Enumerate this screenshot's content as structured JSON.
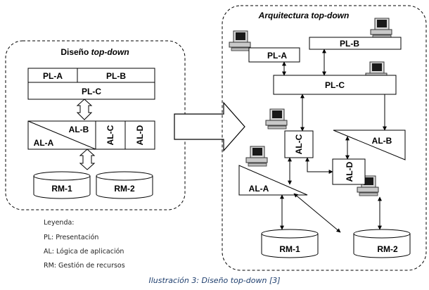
{
  "left_panel": {
    "title_plain": "Diseño ",
    "title_italic": "top-down",
    "pl_a": "PL-A",
    "pl_b": "PL-B",
    "pl_c": "PL-C",
    "al_a": "AL-A",
    "al_b": "AL-B",
    "al_c": "AL-C",
    "al_d": "AL-D",
    "rm_1": "RM-1",
    "rm_2": "RM-2"
  },
  "right_panel": {
    "title": "Arquitectura top-down",
    "pl_a": "PL-A",
    "pl_b": "PL-B",
    "pl_c": "PL-C",
    "al_a": "AL-A",
    "al_b": "AL-B",
    "al_c": "AL-C",
    "al_d": "AL-D",
    "rm_1": "RM-1",
    "rm_2": "RM-2"
  },
  "legend": {
    "heading": "Leyenda:",
    "items": [
      "PL: Presentación",
      "AL: Lógica de aplicación",
      "RM: Gestión de recursos"
    ]
  },
  "caption": "Ilustración 3: Diseño top-down [3]",
  "colors": {
    "caption": "#1f3f6e"
  }
}
